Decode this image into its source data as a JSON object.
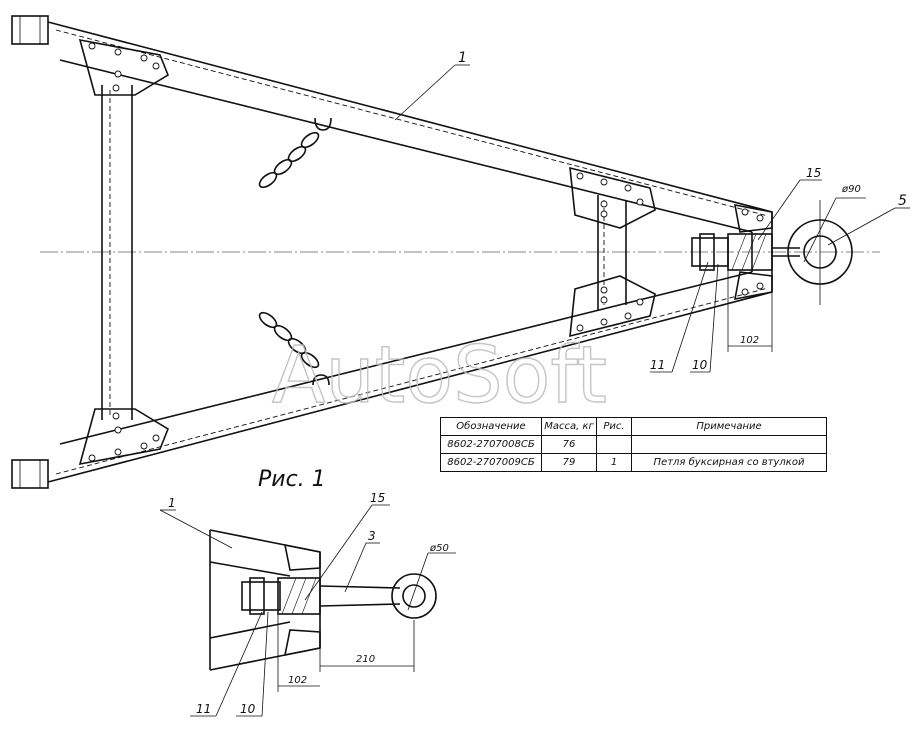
{
  "labels": {
    "fig1": "Рис. 1",
    "pos_1": "1",
    "pos_15": "15",
    "pos_5": "5",
    "pos_11": "11",
    "pos_10": "10",
    "dia_90": "ø90",
    "dim_102": "102",
    "detail_pos_1": "1",
    "detail_pos_15": "15",
    "detail_pos_3": "3",
    "detail_dia_50": "ø50",
    "detail_dim_210": "210",
    "detail_dim_102": "102",
    "detail_pos_11": "11",
    "detail_pos_10": "10"
  },
  "watermark": "AutoSoft",
  "spec_table": {
    "headers": [
      "Обозначение",
      "Масса, кг",
      "Рис.",
      "Примечание"
    ],
    "rows": [
      [
        "8602-2707008СБ",
        "76",
        "",
        ""
      ],
      [
        "8602-2707009СБ",
        "79",
        "1",
        "Петля буксирная со втулкой"
      ]
    ]
  }
}
